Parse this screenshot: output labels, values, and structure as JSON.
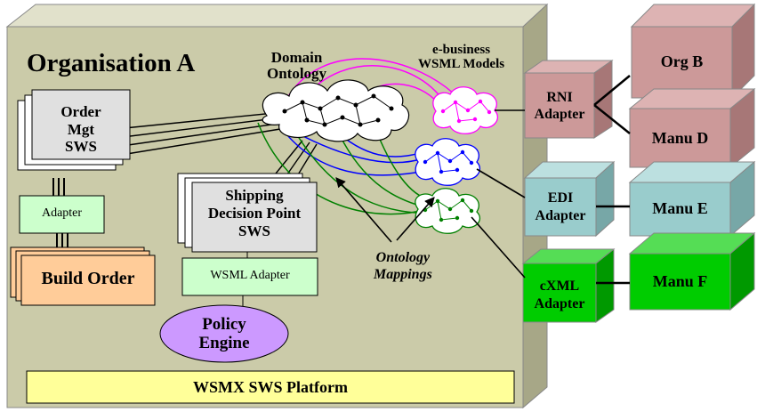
{
  "org": {
    "title": "Organisation A"
  },
  "platform": {
    "label": "WSMX SWS Platform"
  },
  "ontology": {
    "domain_line1": "Domain",
    "domain_line2": "Ontology",
    "ebiz_line1": "e-business",
    "ebiz_line2": "WSML Models",
    "mappings_line1": "Ontology",
    "mappings_line2": "Mappings"
  },
  "order_sws": {
    "line1": "Order",
    "line2": "Mgt",
    "line3": "SWS"
  },
  "adapter": {
    "label": "Adapter"
  },
  "build_order": {
    "label": "Build Order"
  },
  "shipping_sws": {
    "line1": "Shipping",
    "line2": "Decision Point",
    "line3": "SWS"
  },
  "wsml_adapter": {
    "label": "WSML Adapter"
  },
  "policy_engine": {
    "line1": "Policy",
    "line2": "Engine"
  },
  "rni_adapter": {
    "line1": "RNI",
    "line2": "Adapter"
  },
  "edi_adapter": {
    "line1": "EDI",
    "line2": "Adapter"
  },
  "cxml_adapter": {
    "line1": "cXML",
    "line2": "Adapter"
  },
  "partners": {
    "org_b": "Org B",
    "manu_d": "Manu D",
    "manu_e": "Manu E",
    "manu_f": "Manu F"
  },
  "colors": {
    "org_front": "#ccccaa",
    "org_top": "#e1e1cb",
    "rni": "#cc9999",
    "edi": "#99cccc",
    "cxml": "#00cc00",
    "orgb": "#cc9999",
    "build_order": "#ffcc99",
    "adapter": "#ccffcc",
    "policy": "#cc99ff",
    "platform": "#ffff99"
  }
}
